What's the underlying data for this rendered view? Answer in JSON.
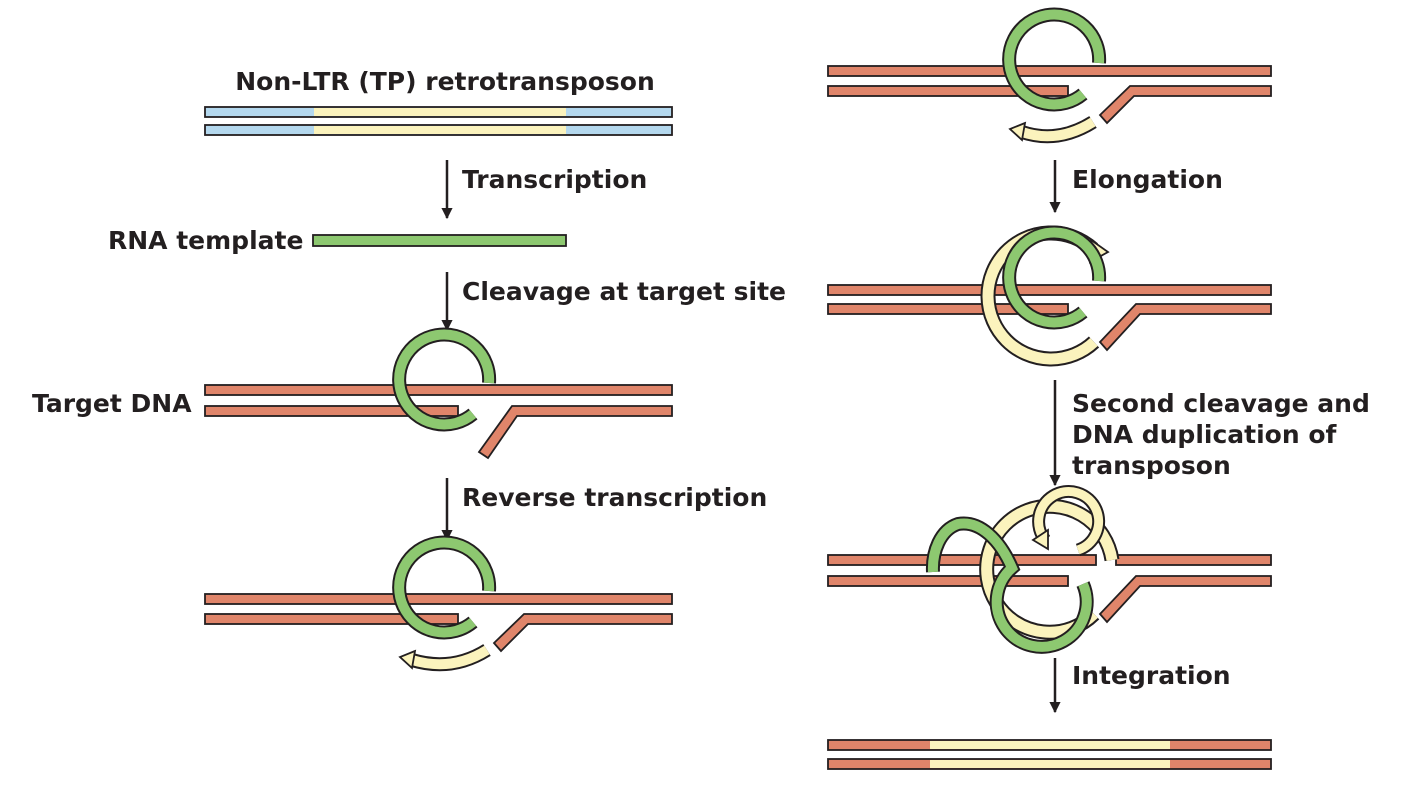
{
  "title": "Non-LTR (TP) retrotransposon",
  "labels": {
    "rna_template": "RNA template",
    "target_dna": "Target DNA"
  },
  "steps": {
    "transcription": "Transcription",
    "cleavage": "Cleavage at target site",
    "reverse_transcription": "Reverse transcription",
    "elongation": "Elongation",
    "second_cleavage": [
      "Second cleavage and",
      "DNA duplication of",
      "transposon"
    ],
    "integration": "Integration"
  },
  "colors": {
    "target_dna": "#e0856a",
    "rna": "#8dc870",
    "new_cdna": "#fbf3bd",
    "transposon_body": "#fbf3bd",
    "flank": "#b4d8ee",
    "outline": "#231f20"
  }
}
